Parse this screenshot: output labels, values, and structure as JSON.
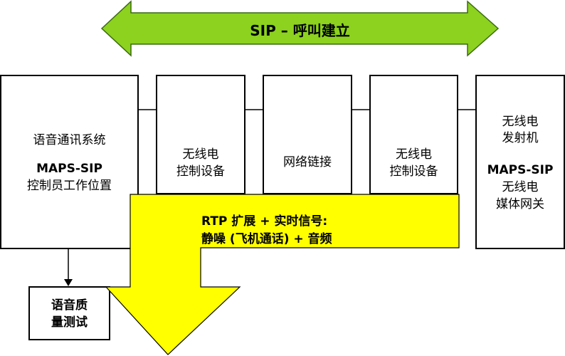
{
  "banner": {
    "label": "SIP – 呼叫建立",
    "color": "#8cd21e"
  },
  "left_box": {
    "line1": "语音通讯系统",
    "line2": "MAPS-SIP",
    "line3": "控制员工作位置"
  },
  "radio_ctrl_a": {
    "line1": "无线电",
    "line2": "控制设备"
  },
  "network": {
    "label": "网络链接"
  },
  "radio_ctrl_b": {
    "line1": "无线电",
    "line2": "控制设备"
  },
  "right_box": {
    "line1": "无线电",
    "line2": "发射机",
    "line3": "MAPS-SIP",
    "line4": "无线电",
    "line5": "媒体网关"
  },
  "rtp_flow": {
    "line1": "RTP 扩展 + 实时信号:",
    "line2": "静噪 (飞机通话) + 音频",
    "color": "#ffff00"
  },
  "quality_box": {
    "line1": "语音质",
    "line2": "量测试"
  }
}
